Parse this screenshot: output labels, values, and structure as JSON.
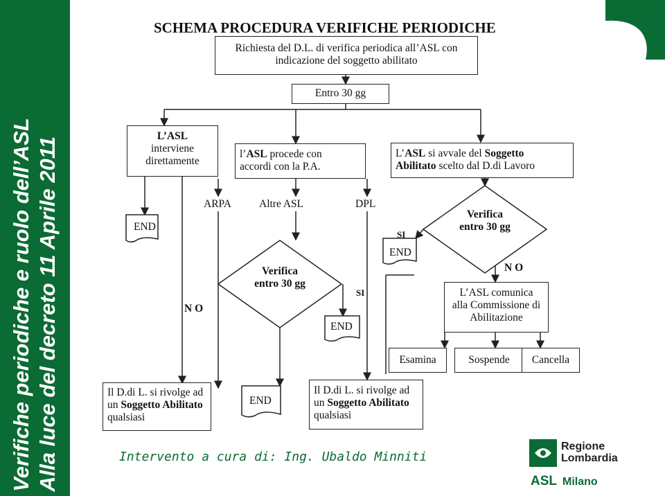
{
  "sidebar": {
    "line1": "Verifiche periodiche e ruolo dell’ASL",
    "line2": "Alla luce del decreto 11 Aprile 2011"
  },
  "title": "SCHEMA PROCEDURA  VERIFICHE PERIODICHE",
  "nodes": {
    "richiesta": {
      "pre": "Richiesta del D.L. di verifica periodica all’ASL con",
      "post": "indicazione del soggetto abilitato"
    },
    "entro30_top": "Entro 30 gg",
    "asl_diretta": {
      "l1": "L’ASL",
      "l2": "interviene",
      "l3": "direttamente"
    },
    "asl_accordi": {
      "pre": "l’",
      "bold": "ASL",
      "post": " procede con",
      "l2": "accordi  con la P.A."
    },
    "asl_soggetto": {
      "pre": "L’",
      "b1": "ASL",
      "mid": " si avvale del ",
      "b2": "Soggetto",
      "b3": "Abilitato",
      "post": " scelto dal D.di Lavoro"
    },
    "end_left": "END",
    "arpa": "ARPA",
    "altre_asl": "Altre ASL",
    "dpl": "DPL",
    "si_right": "SI",
    "end_right": "END",
    "verifica_right": {
      "l1": "Verifica",
      "l2": "entro 30 gg"
    },
    "verifica_mid": {
      "l1": "Verifica",
      "l2": "entro 30 gg"
    },
    "no_left": "N O",
    "si_mid": "SI",
    "end_mid": "END",
    "no_right": "N O",
    "commissione": {
      "l1": "L’ASL comunica",
      "l2": "alla Commissione di",
      "l3": "Abilitazione"
    },
    "esamina": "Esamina",
    "sospende": "Sospende",
    "cancella": "Cancella",
    "dl_left": {
      "l1": "Il D.di L. si rivolge ad",
      "l2a": "un ",
      "l2b": "Soggetto Abilitato",
      "l3": "qualsiasi"
    },
    "end_bottom": "END",
    "dl_mid": {
      "l1": "Il D.di L. si rivolge ad",
      "l2a": "un ",
      "l2b": "Soggetto Abilitato",
      "l3": "qualsiasi"
    }
  },
  "footer": "Intervento a cura di: Ing. Ubaldo Minniti",
  "logo": {
    "region1": "Regione",
    "region2": "Lombardia",
    "asl": "ASL",
    "city": "Milano"
  },
  "colors": {
    "brand_green": "#0b6b34",
    "line": "#222222"
  }
}
